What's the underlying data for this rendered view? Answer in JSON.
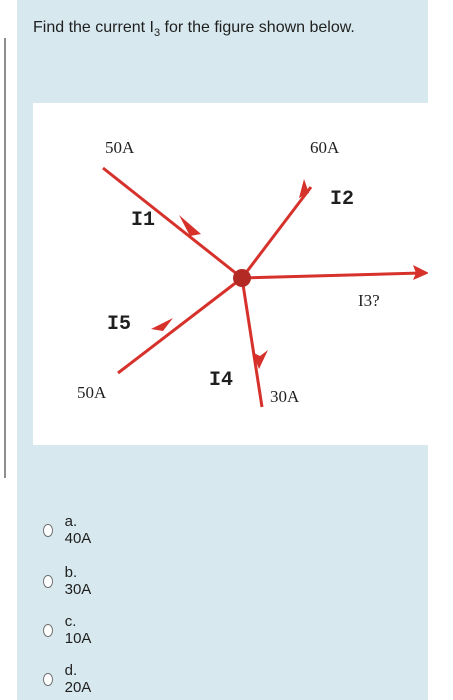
{
  "question": {
    "text_before": "Find the current I",
    "subscript": "3",
    "text_after": " for the  figure shown below."
  },
  "figure": {
    "top_left_current": "50A",
    "top_right_current": "60A",
    "bottom_left_current": "50A",
    "bottom_right_current": "30A",
    "label_i1": "I1",
    "label_i2": "I2",
    "label_i3": "I3?",
    "label_i4": "I4",
    "label_i5": "I5",
    "wire_color": "#d6312b",
    "node_color": "#c0392b"
  },
  "options": [
    {
      "label": "a. 40A"
    },
    {
      "label": "b. 30A"
    },
    {
      "label": "c. 10A"
    },
    {
      "label": "d. 20A"
    }
  ]
}
